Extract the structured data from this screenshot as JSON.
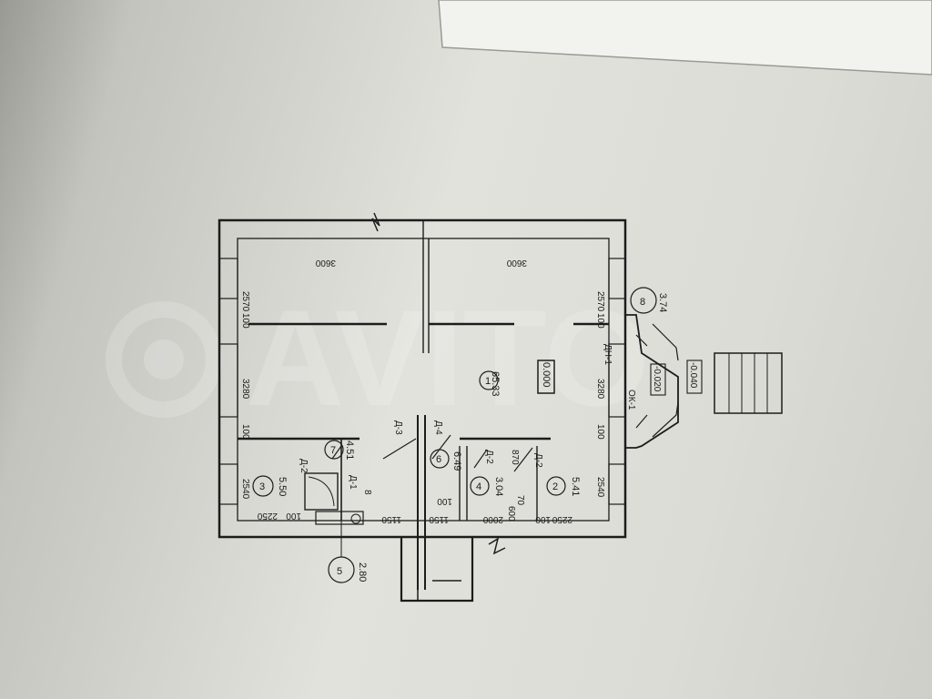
{
  "rooms": [
    {
      "id": "1",
      "area": "65.33",
      "level": "0.000"
    },
    {
      "id": "2",
      "area": "5.41"
    },
    {
      "id": "3",
      "area": "5.50"
    },
    {
      "id": "4",
      "area": "3.04"
    },
    {
      "id": "5",
      "area": "2.80"
    },
    {
      "id": "6",
      "area": "6.49"
    },
    {
      "id": "7",
      "area": "4.51"
    },
    {
      "id": "8",
      "area": "3.74"
    }
  ],
  "levels": {
    "porch": "-0.020",
    "steps": "-0.040"
  },
  "doors": {
    "d1": "Д-1",
    "d2": "Д-2",
    "d3": "Д-3",
    "d4": "Д-4",
    "dn1": "ДН-1",
    "ok1": "ОК-1"
  },
  "dimensions": {
    "top_left": "3600",
    "top_right": "3600",
    "left_1": "2570",
    "left_2": "100",
    "left_3": "3280",
    "left_4": "100",
    "left_5": "2540",
    "right_1": "2570",
    "right_2": "100",
    "right_3": "3280",
    "right_4": "100",
    "right_5": "2540",
    "bottom_1": "2250",
    "bottom_2": "100",
    "bottom_3": "1150",
    "bottom_4": "1150",
    "bottom_5": "100",
    "bottom_6": "2000",
    "bottom_7": "100",
    "bottom_8": "2250",
    "mid_600": "600",
    "mid_70": "70",
    "mid_870": "870",
    "wc_8": "8"
  }
}
